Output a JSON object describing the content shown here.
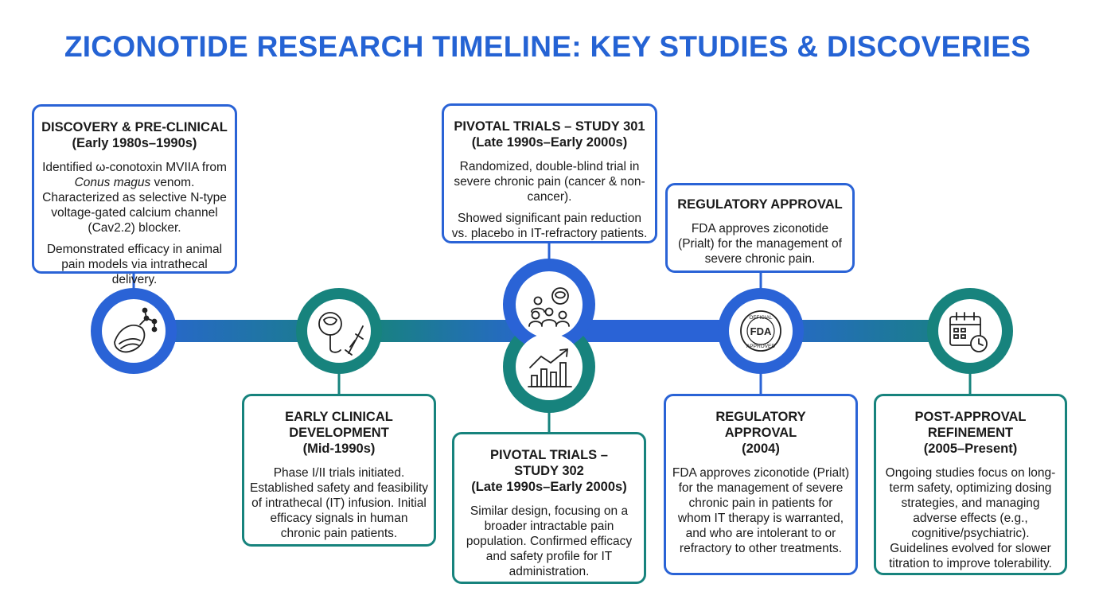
{
  "title": "ZICONOTIDE RESEARCH TIMELINE: KEY STUDIES & DISCOVERIES",
  "colors": {
    "blue": "#2a63d6",
    "teal": "#17837d",
    "title": "#2563d4"
  },
  "milestones": [
    {
      "icon": "cone-snail-molecule-icon",
      "heading": "DISCOVERY & PRE-CLINICAL",
      "period": "(Early 1980s–1990s)",
      "p1_before": "Identified ω-conotoxin MVIIA from ",
      "p1_species": "Conus magus",
      "p1_after": " venom. Characterized as selective N-type voltage-gated calcium channel (Cav2.2) blocker.",
      "p2": "Demonstrated efficacy in animal pain models via intrathecal delivery."
    },
    {
      "icon": "spinal-cord-syringe-icon",
      "heading_line1": "EARLY CLINICAL",
      "heading_line2": "DEVELOPMENT",
      "period": "(Mid-1990s)",
      "p1": "Phase I/II trials initiated. Established safety and feasibility of intrathecal (IT) infusion. Initial efficacy signals in human chronic pain patients."
    },
    {
      "icon": "patient-group-brain-icon",
      "heading": "PIVOTAL TRIALS – STUDY 301",
      "period": "(Late 1990s–Early 2000s)",
      "p1": "Randomized, double-blind trial in severe chronic pain (cancer & non-cancer).",
      "p2": "Showed significant pain reduction vs. placebo in IT-refractory patients."
    },
    {
      "icon": "rising-bar-chart-icon",
      "heading_line1": "PIVOTAL TRIALS –",
      "heading_line2": "STUDY 302",
      "period": "(Late 1990s–Early 2000s)",
      "p1": "Similar design, focusing on a broader intractable pain population. Confirmed efficacy and safety profile for IT administration."
    },
    {
      "icon": "fda-approval-seal-icon",
      "heading": "REGULATORY APPROVAL",
      "p1": "FDA approves ziconotide (Prialt) for the management of severe chronic pain."
    },
    {
      "icon": "fda-approval-seal-icon",
      "heading_line1": "REGULATORY",
      "heading_line2": "APPROVAL",
      "period": "(2004)",
      "p1": "FDA approves ziconotide (Prialt) for the management of severe chronic pain in patients for whom IT therapy is warranted, and who are intolerant to or refractory to other treatments."
    },
    {
      "icon": "calendar-clock-icon",
      "heading_line1": "POST-APPROVAL",
      "heading_line2": "REFINEMENT",
      "period": "(2005–Present)",
      "p1": "Ongoing studies focus on long-term safety, optimizing dosing strategies, and managing adverse effects (e.g., cognitive/psychiatric). Guidelines evolved for slower titration to improve tolerability."
    }
  ],
  "seal": {
    "top": "OFFICIAL",
    "center": "FDA",
    "bottom": "APPROVED"
  }
}
